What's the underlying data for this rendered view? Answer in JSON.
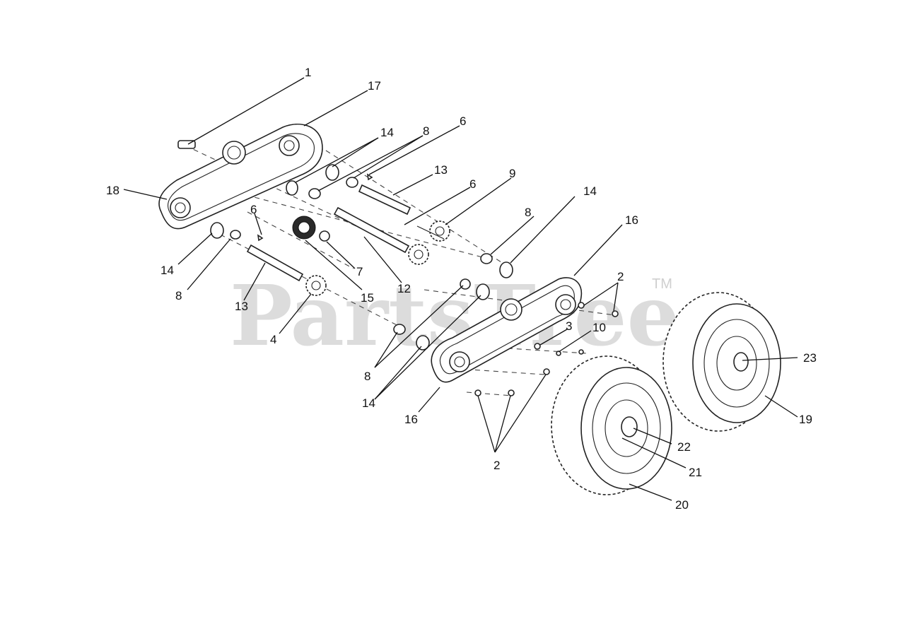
{
  "watermark": {
    "brand": "PartsTree",
    "trademark": "TM"
  },
  "callouts": {
    "c1": "1",
    "c17": "17",
    "c14a": "14",
    "c8a": "8",
    "c6a": "6",
    "c13a": "13",
    "c18": "18",
    "c6b": "6",
    "c9": "9",
    "c14b": "14",
    "c6c": "6",
    "c8b": "8",
    "c16a": "16",
    "c14c": "14",
    "c8c": "8",
    "c7": "7",
    "c12": "12",
    "c15": "15",
    "c13b": "13",
    "c4": "4",
    "c2a": "2",
    "c3": "3",
    "c10": "10",
    "c23": "23",
    "c8d": "8",
    "c14d": "14",
    "c16b": "16",
    "c19": "19",
    "c22": "22",
    "c2b": "2",
    "c21": "21",
    "c20": "20"
  }
}
